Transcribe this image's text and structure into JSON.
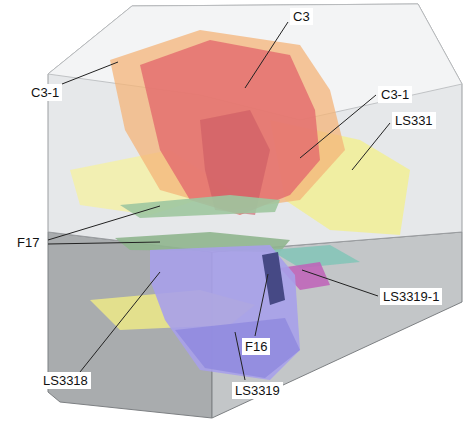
{
  "diagram": {
    "labels": [
      "C3-1",
      "C3",
      "C3-1",
      "LS331",
      "F17",
      "LS3319-1",
      "F16",
      "LS3318",
      "LS3319"
    ]
  }
}
